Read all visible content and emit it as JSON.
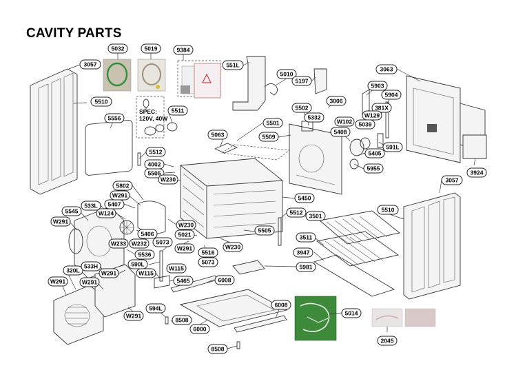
{
  "title": "CAVITY PARTS",
  "spec": {
    "line1": "SPEC:",
    "line2": "120V, 40W"
  },
  "labels": {
    "p5032": "5032",
    "p5019": "5019",
    "p9384": "9384",
    "p3057a": "3057",
    "p551L": "551L",
    "p5010": "5010",
    "p5197": "5197",
    "p3063": "3063",
    "p5510a": "5510",
    "p5511": "5511",
    "p5903": "5903",
    "p5904": "5904",
    "p3006": "3006",
    "p5502": "5502",
    "p381X": "381X",
    "p5556": "5556",
    "p5332": "5332",
    "pW129": "W129",
    "pW102": "W102",
    "p5039": "5039",
    "p5501": "5501",
    "p5408": "5408",
    "p5509": "5509",
    "p5063": "5063",
    "p591L": "591L",
    "p5405": "5405",
    "p5512a": "5512",
    "p4002": "4002",
    "p5955": "5955",
    "p3924": "3924",
    "p5505a": "5505",
    "pW230a": "W230",
    "p3057b": "3057",
    "p5802": "5802",
    "pW291a": "W291",
    "p5450": "5450",
    "p5510b": "5510",
    "p5407": "5407",
    "p533L": "533L",
    "p5545": "5545",
    "pW124": "W124",
    "p5512b": "5512",
    "p3501": "3501",
    "pW291b": "W291",
    "pW230b": "W230",
    "p5505b": "5505",
    "p5406": "5406",
    "p5021": "5021",
    "pW233": "W233",
    "pW232": "W232",
    "p5073a": "5073",
    "pW291c": "W291",
    "p3511": "3511",
    "pW230c": "W230",
    "p5536": "5536",
    "p5516": "5516",
    "p3947": "3947",
    "p590L": "590L",
    "p5073b": "5073",
    "p320L": "320L",
    "p533H": "533H",
    "pW115a": "W115",
    "p5981": "5981",
    "pW291d": "W291",
    "pW115b": "W115",
    "pW291e": "W291",
    "pW291f": "W291",
    "p5465": "5465",
    "p6008a": "6008",
    "p6008b": "6008",
    "p594L": "594L",
    "p5014": "5014",
    "pW291g": "W291",
    "p8508a": "8508",
    "p6000": "6000",
    "p2045": "2045",
    "p8508b": "8508"
  }
}
